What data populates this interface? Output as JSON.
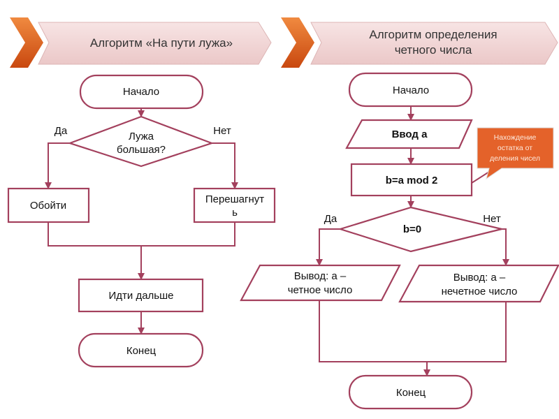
{
  "left": {
    "title": "Алгоритм «На пути лужа»",
    "start": "Начало",
    "decision": [
      "Лужа",
      "большая?"
    ],
    "yes": "Да",
    "no": "Нет",
    "yes_action": "Обойти",
    "no_action": [
      "Перешагнут",
      "ь"
    ],
    "next": "Идти дальше",
    "end": "Конец"
  },
  "right": {
    "title": [
      "Алгоритм определения",
      "четного числа"
    ],
    "start": "Начало",
    "input": "Ввод а",
    "process": "b=a mod 2",
    "callout": [
      "Нахождение",
      "остатка от",
      "деления чисел"
    ],
    "decision": "b=0",
    "yes": "Да",
    "no": "Нет",
    "yes_output": [
      "Вывод: а –",
      "четное число"
    ],
    "no_output": [
      "Вывод: а –",
      "нечетное число"
    ],
    "end": "Конец"
  },
  "colors": {
    "stroke": "#a3405d",
    "banner": "#f2d6d6",
    "chevron": "#e2621e",
    "callout": "#e4622a"
  }
}
